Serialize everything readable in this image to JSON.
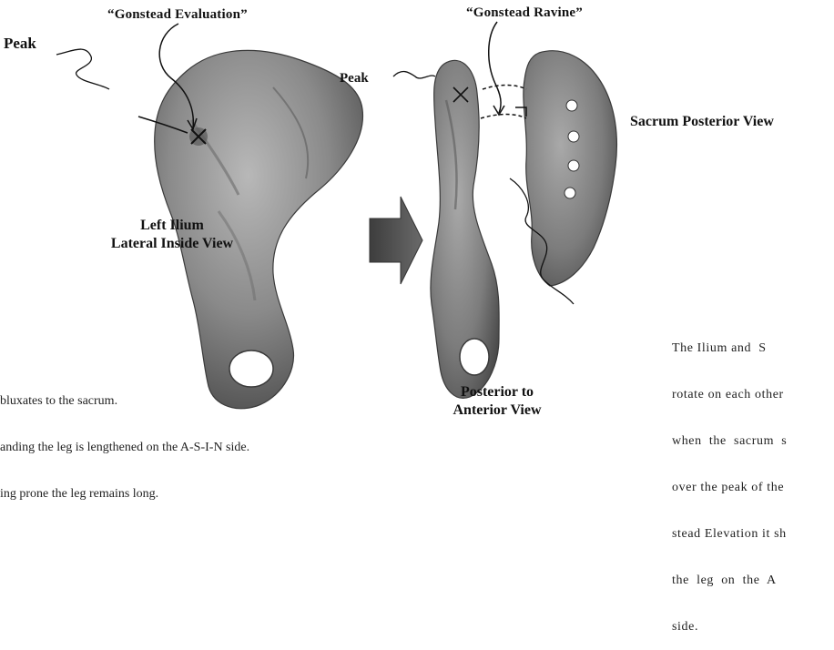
{
  "titles": {
    "evaluation": "“Gonstead Evaluation”",
    "ravine": "“Gonstead Ravine”"
  },
  "labels": {
    "peak_left": "Peak",
    "peak_center": "Peak",
    "sacrum_view": "Sacrum Posterior View",
    "ilium_line1": "Left Ilium",
    "ilium_line2": "Lateral Inside View",
    "posterior_line1": "Posterior to",
    "posterior_line2": "Anterior View"
  },
  "right_paragraph": [
    "The Ilium and  S",
    "rotate on each other",
    "when  the  sacrum  s",
    "over the peak of the",
    "stead Elevation it sh",
    "the  leg  on  the  A",
    "side."
  ],
  "bottom_text": [
    "bluxates to the sacrum.",
    "anding the leg is lengthened on the A-S-I-N side.",
    "ing prone the leg remains long."
  ],
  "colors": {
    "bone_fill": "#8c8c8c",
    "bone_dark": "#4a4a4a",
    "arrow": "#555555"
  }
}
